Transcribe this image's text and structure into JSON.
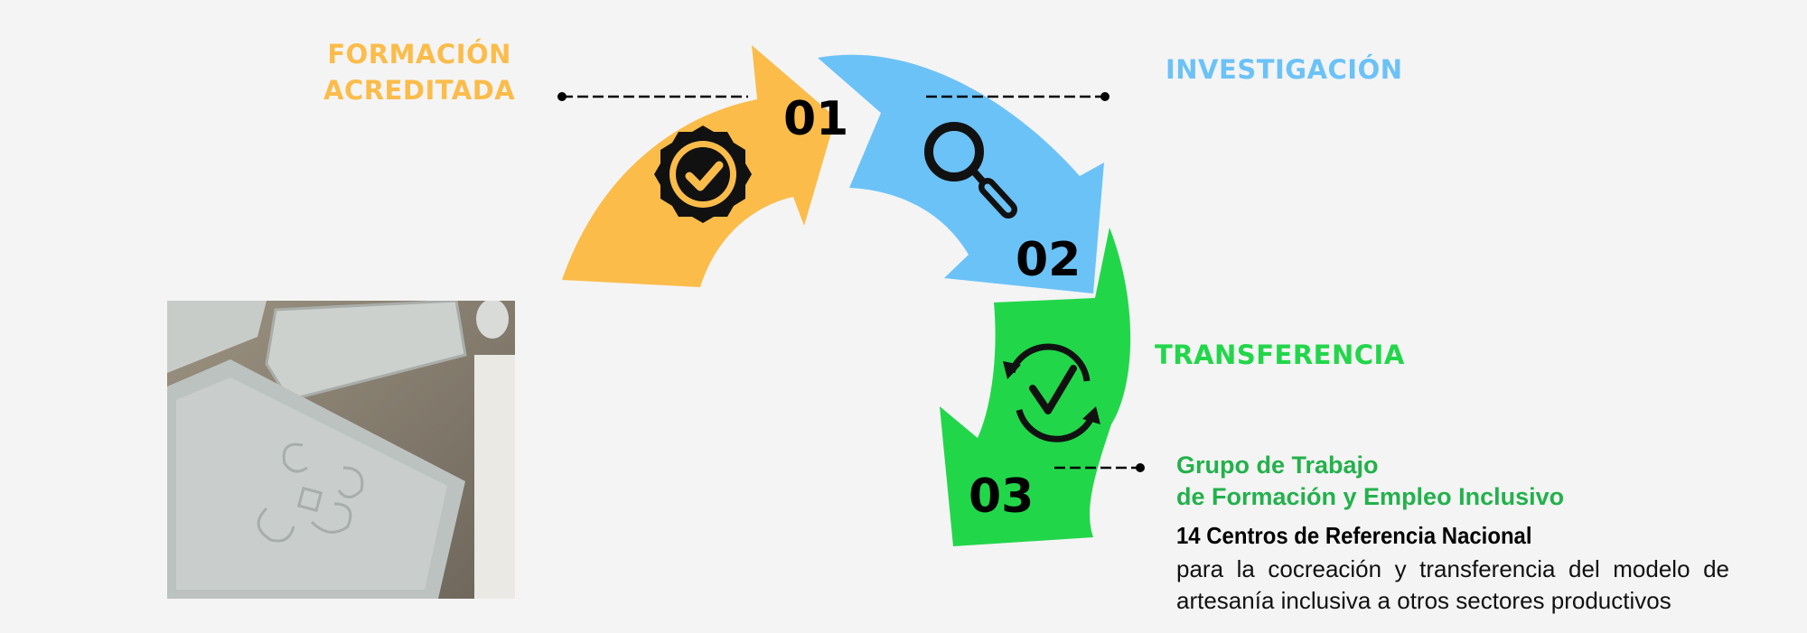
{
  "steps": [
    {
      "number": "01",
      "label": "FORMACIÓN ACREDITADA",
      "label_line1": "FORMACIÓN",
      "label_line2": "ACREDITADA",
      "color": "#fbbc4a",
      "icon": "badge-check-icon"
    },
    {
      "number": "02",
      "label": "INVESTIGACIÓN",
      "color": "#6bc2f7",
      "icon": "magnifier-icon"
    },
    {
      "number": "03",
      "label": "TRANSFERENCIA",
      "color": "#22d64a",
      "icon": "sync-check-icon"
    }
  ],
  "info": {
    "group_line1": "Grupo de Trabajo",
    "group_line2": "de Formación y Empleo Inclusivo",
    "centers": "14 Centros de Referencia Nacional",
    "description": "para la cocreación y transferencia del modelo de artesanía inclusiva a otros sectores productivos",
    "group_color": "#23b14c"
  },
  "photo": {
    "subject": "ceramic trays with embossed heart pattern"
  }
}
